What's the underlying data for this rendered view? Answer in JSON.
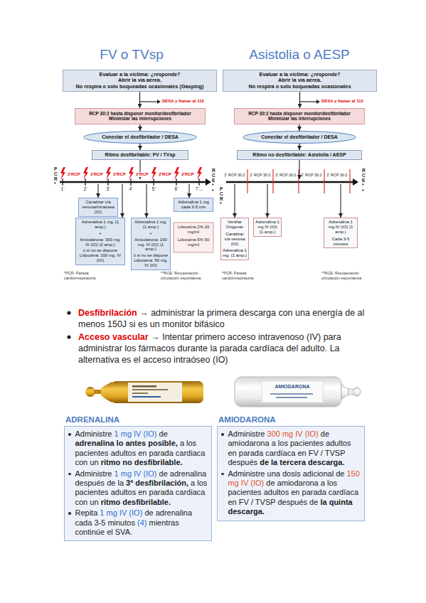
{
  "diagram": {
    "nodes": [
      {
        "text": [
          "Evaluar a la víctima: ¿responde?",
          "Abrir la vía aérea.",
          "No respira o solo boqueadas ocasionales (Gasping)"
        ]
      },
      {
        "text": [
          "RCP 30:2 hasta disponer monitor/desfibrilador",
          "Minimizar las interrupciones"
        ]
      },
      {
        "text": [
          "Conectar el desfibrilador / DESA"
        ]
      },
      {
        "text": [
          "Ritmo desfibrilable: FV / TVsp"
        ]
      },
      {
        "text": [
          "Canalizar vía venosa/intraósea (IO)"
        ]
      },
      {
        "text": [
          "Adrenalina 1 mg. (1 amp.)",
          "+",
          "Amiodarona: 300 mg. IV (IO) (2 amp.)",
          "ó si no se dispone Lidocaína: 100 mg. IV (IO)"
        ]
      },
      {
        "text": [
          "Adrenalina 1 mg. (1 amp.)",
          "+",
          "Amiodarona: 150 mg. IV (IO) (1 amp.)",
          "ó si no se dispone Lidocaína: 50 mg. IV (IO)"
        ]
      },
      {
        "text": [
          "Adrenalina 1 mg cada 3-5 min"
        ]
      },
      {
        "text": [
          "Evaluar a la víctima: ¿responde?",
          "Abrir la vía aérea.",
          "No respira o solo boqueadas ocasionales"
        ]
      },
      {
        "text": [
          "RCP 30:2 hasta disponer monitor/desfibrilador",
          "Minimizar las interrupciones"
        ]
      },
      {
        "text": [
          "Conectar el desfibrilador / DESA"
        ]
      },
      {
        "text": [
          "Ritmo no desfibrilable: Asistolia / AESP"
        ]
      },
      {
        "text": [
          "Ventilar Oxigenar",
          "Canalizar vía venosa (IO)",
          "Adrenalina 1 mg. (1 amp.)"
        ]
      },
      {
        "text": [
          "Adrenalina 1 mg IV (IO) (1 amp.)"
        ]
      },
      {
        "text": [
          "Adrenalina 1 mg IV (IO) (1 amp.)",
          "Cada 3-5 minutos"
        ]
      },
      {
        "text": [
          "ADRENALINA",
          "Administre 1 mg IV (IO) de adrenalina lo antes posible, a los pacientes adultos en parada cardiaca con un ritmo no desfibrilable.",
          "Administre 1 mg IV (IO) de adrenalina después de la 3ª desfibrilación, a los pacientes adultos en parada cardiaca con un ritmo desfibrilable.",
          "Repita 1 mg IV (IO) de adrenalina cada 3-5 minutos (4) mientras continúe el SVA."
        ]
      },
      {
        "text": [
          "AMIODARONA",
          "Administre 300 mg IV (IO) de amiodarona a los pacientes adultos en parada cardíaca en FV / TVSP después de la tercera descarga.",
          "Administre una dosis adicional de 150 mg IV (IO) de amiodarona a los pacientes adultos en parada cardíaca en FV / TVSP después de la quinta descarga."
        ]
      }
    ],
    "edges": [
      {
        "from": 0,
        "to": 1,
        "arrow": "to"
      },
      {
        "from": 1,
        "to": 2,
        "arrow": "to"
      },
      {
        "from": 2,
        "to": 3,
        "arrow": "to"
      },
      {
        "from": 8,
        "to": 9,
        "arrow": "to"
      },
      {
        "from": 9,
        "to": 10,
        "arrow": "to"
      },
      {
        "from": 10,
        "to": 11,
        "arrow": "to"
      }
    ],
    "labels": [
      "FV o TVsp",
      "Asistolia o AESP",
      "DESA y llamar al 112",
      "DESA y llamar al 112",
      "PCR*",
      "RCE**",
      "2'RCP",
      "2'RCP",
      "2'RCP",
      "2'RCP",
      "2'RCP",
      "2'RCP",
      "1'",
      "2'",
      "3'",
      "4'",
      "5'",
      "6'",
      "7'...",
      "Lidocaína 2% 20 mg/ml",
      "Lidocaína 5% 50 mg/ml",
      "*PCR: Parada cardiorrespiratoria",
      "**RCE: Recuperación circulación espontánea",
      "PCR*",
      "RCE**",
      "2' RCP 30:2",
      "2' RCP 30:2",
      "2' RCP 30:2",
      "2' RCP 30:2",
      "2' RCP 30:2",
      "*PCR: Parada cardiorrespiratoria",
      "**RCE: Recuperación circulación espontánea",
      "Desfibrilación",
      "→ administrar la primera descarga con una energía de al menos 150J si es un monitor bifásico",
      "Acceso vascular",
      "→ Intentar primero acceso intravenoso (IV) para administrar los fármacos durante la parada cardíaca del adulto. La alternativa es el acceso intraóseo (IO)",
      "AMIODARONA"
    ]
  }
}
